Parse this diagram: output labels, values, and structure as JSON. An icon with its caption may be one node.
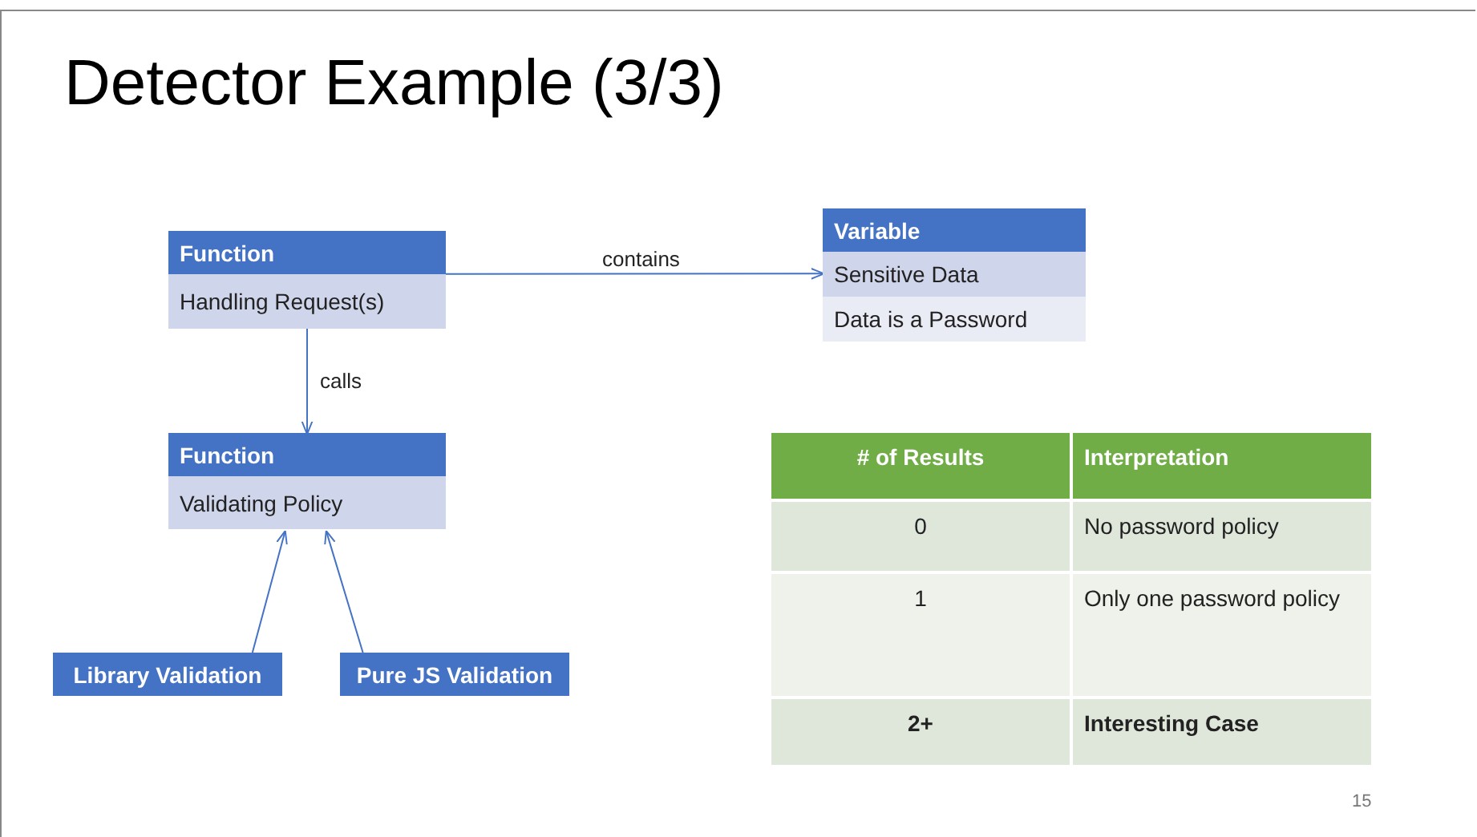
{
  "diagram": {
    "title": "Detector Example (3/3)",
    "nodes": [
      {
        "text": [
          "Function",
          "Handling Request(s)"
        ]
      },
      {
        "text": [
          "Variable",
          "Sensitive Data",
          "Data is a Password"
        ]
      },
      {
        "text": [
          "Function",
          "Validating Policy"
        ]
      },
      {
        "text": [
          "Library Validation"
        ]
      },
      {
        "text": [
          "Pure JS Validation"
        ]
      }
    ],
    "edges": [
      {
        "from": 0,
        "to": 1,
        "arrow": "to",
        "label": "contains"
      },
      {
        "from": 0,
        "to": 2,
        "arrow": "to",
        "label": "calls"
      },
      {
        "from": 3,
        "to": 2,
        "arrow": "to"
      },
      {
        "from": 4,
        "to": 2,
        "arrow": "to"
      }
    ],
    "labels": [
      "# of Results",
      "Interpretation",
      "0",
      "No password policy",
      "1",
      "Only one password policy",
      "2+",
      "Interesting Case",
      "15"
    ]
  }
}
